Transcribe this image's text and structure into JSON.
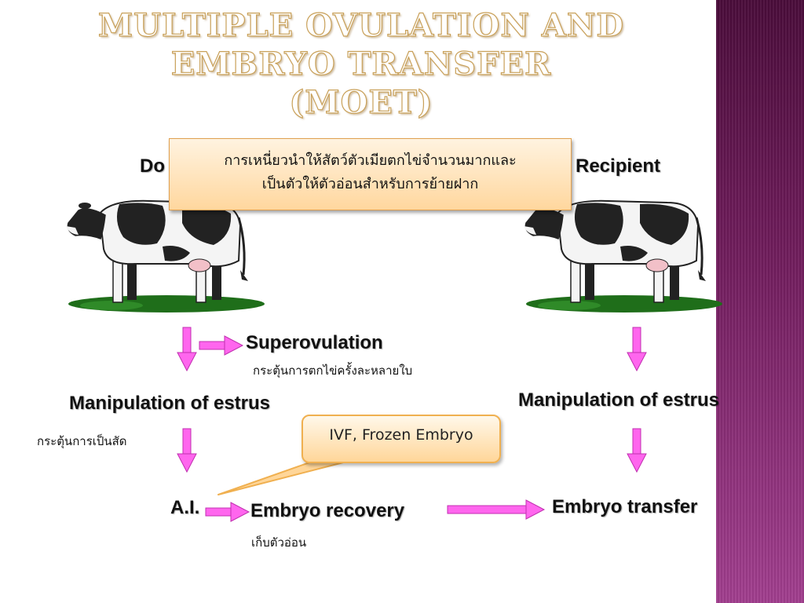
{
  "title": {
    "line1": "MULTIPLE OVULATION AND",
    "line2": "EMBRYO TRANSFER",
    "line3": "(MOET)"
  },
  "donor_label": "Do",
  "recipient_label": "Recipient",
  "callout_text": {
    "line1": "การเหนี่ยวนำให้สัตว์ตัวเมียตกไข่จำนวนมากและ",
    "line2": "เป็นตัวให้ตัวอ่อนสำหรับการย้ายฝาก"
  },
  "superovulation": {
    "label": "Superovulation",
    "note": "กระตุ้นการตกไข่ครั้งละหลายใบ"
  },
  "donor_estrus": {
    "label": "Manipulation of estrus",
    "note": "กระตุ้นการเป็นสัด"
  },
  "recipient_estrus": {
    "label": "Manipulation of estrus"
  },
  "speech_bubble": "IVF, Frozen Embryo",
  "ai_label": "A.I.",
  "embryo_recovery": {
    "label": "Embryo recovery",
    "note": "เก็บตัวอ่อน"
  },
  "embryo_transfer": {
    "label": "Embryo transfer"
  },
  "colors": {
    "arrow_fill": "#ff66ee",
    "band_top": "#4a0c3a",
    "band_bottom": "#a13e8e",
    "title_outline": "#c9a15a",
    "callout_fill": "#ffd79e"
  }
}
